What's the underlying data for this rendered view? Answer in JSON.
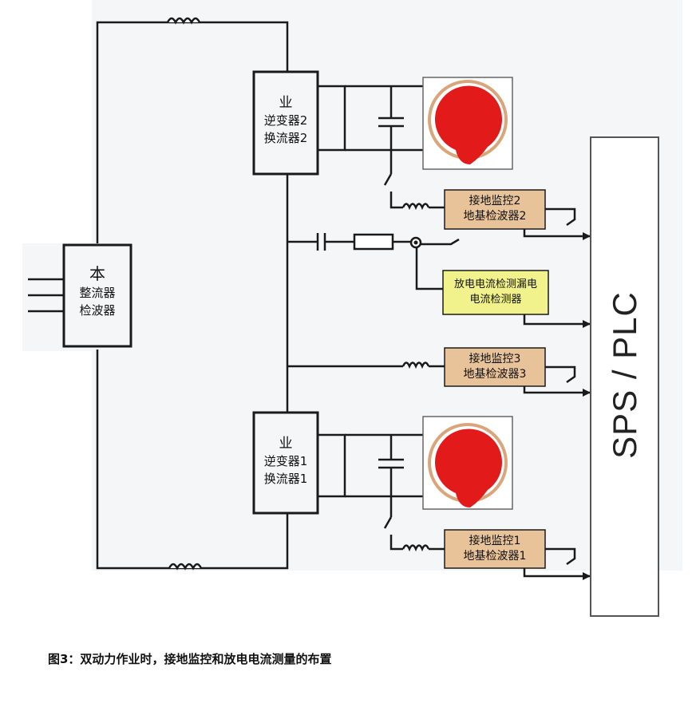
{
  "rectifier": {
    "symbol": "本",
    "line1": "整流器",
    "line2": "检波器"
  },
  "inverter2": {
    "symbol": "业",
    "line1": "逆变器2",
    "line2": "换流器2"
  },
  "inverter1": {
    "symbol": "业",
    "line1": "逆变器1",
    "line2": "换流器1"
  },
  "ground_monitor_2": {
    "line1": "接地监控2",
    "line2": "地基检波器2"
  },
  "ground_monitor_3": {
    "line1": "接地监控3",
    "line2": "地基检波器3"
  },
  "ground_monitor_1": {
    "line1": "接地监控1",
    "line2": "地基检波器1"
  },
  "leakage_detector": {
    "line1": "放电电流检测漏电",
    "line2": "电流检测器"
  },
  "controller": {
    "label": "SPS / PLC"
  },
  "caption": "图3：双动力作业时，接地监控和放电电流测量的布置",
  "colors": {
    "wire": "#1a1a1a",
    "panel_bg": "#f4f6f8",
    "monitor_fill": "#e8c39a",
    "detector_fill": "#f2f28c",
    "motor_red": "#e21a1a",
    "motor_ring": "#d9a57a"
  }
}
